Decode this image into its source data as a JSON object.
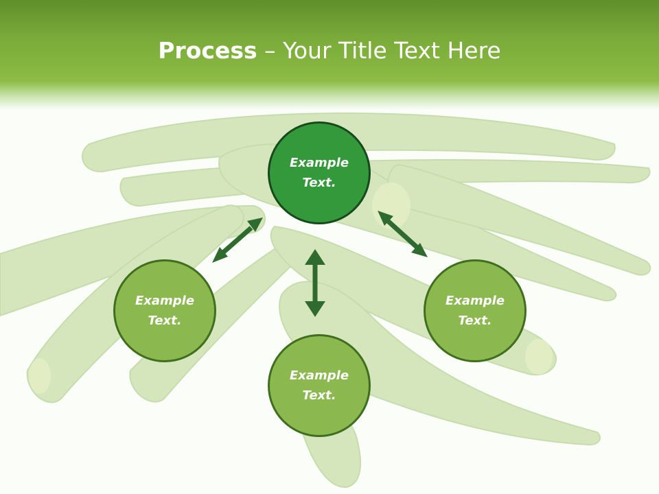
{
  "title": {
    "strong": "Process",
    "rest": " – Your Title Text Here"
  },
  "nodes": {
    "top": "Example Text.",
    "left": "Example Text.",
    "bottom": "Example Text.",
    "right": "Example Text."
  },
  "colors": {
    "header_green": "#7aaa38",
    "center_fill": "#34993a",
    "center_border": "#164a1d",
    "node_fill": "#8bb84f",
    "node_border": "#3f6e1e",
    "arrow": "#2f6b2f"
  }
}
